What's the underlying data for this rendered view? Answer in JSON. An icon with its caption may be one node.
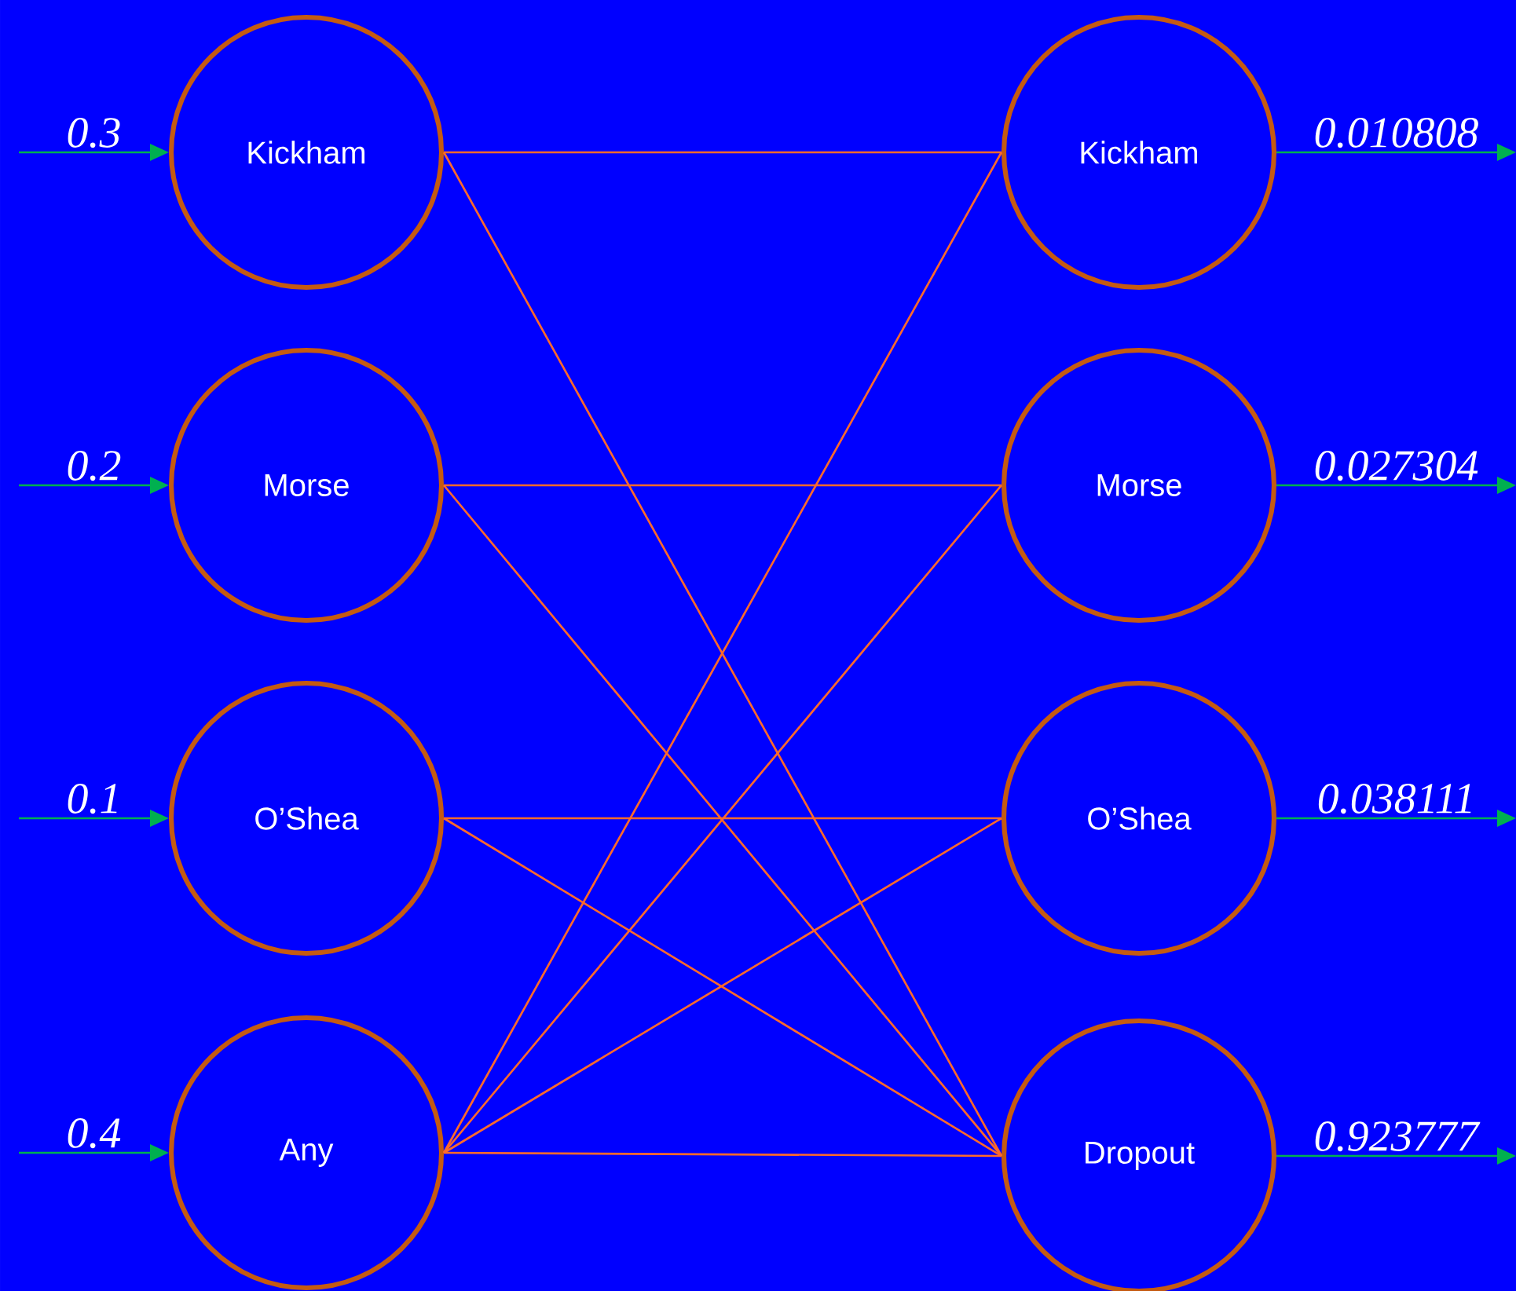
{
  "diagram": {
    "nodes": [
      {
        "text": [
          "Kickham"
        ]
      },
      {
        "text": [
          "Morse"
        ]
      },
      {
        "text": [
          "O’Shea"
        ]
      },
      {
        "text": [
          "Any"
        ]
      },
      {
        "text": [
          "Kickham"
        ]
      },
      {
        "text": [
          "Morse"
        ]
      },
      {
        "text": [
          "O’Shea"
        ]
      },
      {
        "text": [
          "Dropout"
        ]
      }
    ],
    "edges": [
      {
        "from": null,
        "to": 0,
        "arrow": "to",
        "label": "0.3",
        "color": "#00b050"
      },
      {
        "from": null,
        "to": 1,
        "arrow": "to",
        "label": "0.2",
        "color": "#00b050"
      },
      {
        "from": null,
        "to": 2,
        "arrow": "to",
        "label": "0.1",
        "color": "#00b050"
      },
      {
        "from": null,
        "to": 3,
        "arrow": "to",
        "label": "0.4",
        "color": "#00b050"
      },
      {
        "from": 0,
        "to": 4,
        "arrow": "none"
      },
      {
        "from": 0,
        "to": 7,
        "arrow": "none"
      },
      {
        "from": 1,
        "to": 5,
        "arrow": "none"
      },
      {
        "from": 1,
        "to": 7,
        "arrow": "none"
      },
      {
        "from": 2,
        "to": 6,
        "arrow": "none"
      },
      {
        "from": 2,
        "to": 7,
        "arrow": "none"
      },
      {
        "from": 3,
        "to": 4,
        "arrow": "none"
      },
      {
        "from": 3,
        "to": 5,
        "arrow": "none"
      },
      {
        "from": 3,
        "to": 6,
        "arrow": "none"
      },
      {
        "from": 3,
        "to": 7,
        "arrow": "none"
      },
      {
        "from": 4,
        "to": null,
        "arrow": "to",
        "label": "0.010808",
        "color": "#00b050"
      },
      {
        "from": 5,
        "to": null,
        "arrow": "to",
        "label": "0.027304",
        "color": "#00b050"
      },
      {
        "from": 6,
        "to": null,
        "arrow": "to",
        "label": "0.038111",
        "color": "#00b050"
      },
      {
        "from": 7,
        "to": null,
        "arrow": "to",
        "label": "0.923777",
        "color": "#00b050"
      }
    ]
  }
}
